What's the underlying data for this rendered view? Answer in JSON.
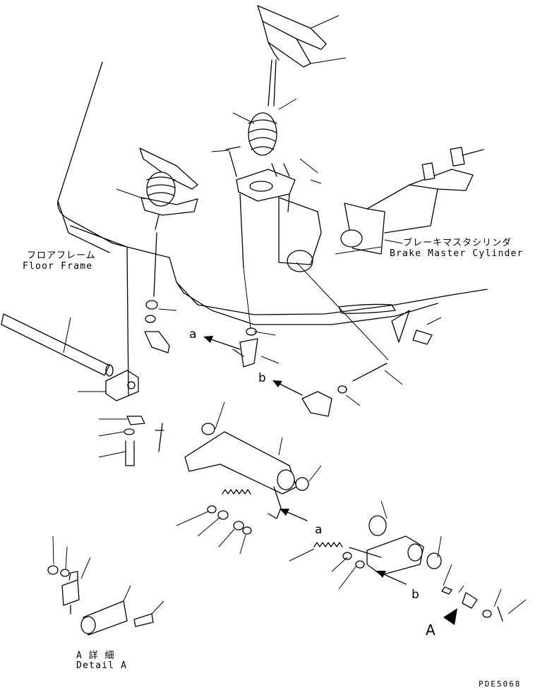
{
  "labels": {
    "floor_frame_jp": "フロアフレーム",
    "floor_frame_en": "Floor Frame",
    "brake_master_jp": "ブレーキマスタシリンダ",
    "brake_master_en": "Brake Master Cylinder",
    "detail_jp": "A 詳 細",
    "detail_en": "Detail A",
    "view_letter": "A",
    "ref_a_top": "a",
    "ref_b_top": "b",
    "ref_a_bottom": "a",
    "ref_b_bottom": "b",
    "drawing_code": "PDE5068"
  }
}
